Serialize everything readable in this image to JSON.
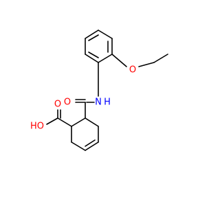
{
  "molecule": {
    "atom_labels": {
      "ether_oxygen": "O",
      "amide_nitrogen": "N",
      "amide_hydrogen": "H",
      "amide_carbonyl_oxygen": "O",
      "acid_carbonyl_oxygen": "O",
      "acid_hydroxyl": "HO"
    },
    "colors": {
      "bond": "#000000",
      "oxygen": "#ff0000",
      "nitrogen": "#0000ff"
    }
  }
}
